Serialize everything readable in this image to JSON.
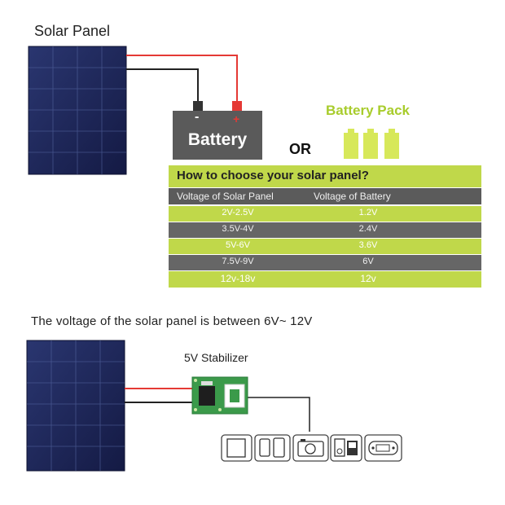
{
  "top_section": {
    "panel_label": "Solar Panel",
    "battery_label": "Battery",
    "battery_minus": "-",
    "battery_plus": "+",
    "or_label": "OR",
    "battery_pack_label": "Battery Pack"
  },
  "table": {
    "title": "How to choose your solar panel?",
    "columns": [
      "Voltage of Solar Panel",
      "Voltage of Battery"
    ],
    "rows": [
      {
        "panel": "2V-2.5V",
        "battery": "1.2V"
      },
      {
        "panel": "3.5V-4V",
        "battery": "2.4V"
      },
      {
        "panel": "5V-6V",
        "battery": "3.6V"
      },
      {
        "panel": "7.5V-9V",
        "battery": "6V"
      },
      {
        "panel": "12v-18v",
        "battery": "12v"
      }
    ]
  },
  "bottom_section": {
    "voltage_note": "The voltage of the solar panel is between 6V~ 12V",
    "stabilizer_label": "5V Stabilizer",
    "devices": [
      "tablet-icon",
      "phones-icon",
      "camera-icon",
      "media-player-icon",
      "psp-icon"
    ]
  },
  "colors": {
    "panel_blue": "#1c2559",
    "battery_gray": "#5a5a5a",
    "accent_green": "#c0d84a",
    "pack_green": "#d7e85a",
    "table_dark": "#666666",
    "wire_red": "#e53935",
    "wire_black": "#222222",
    "pcb_green": "#3b9a4a"
  }
}
